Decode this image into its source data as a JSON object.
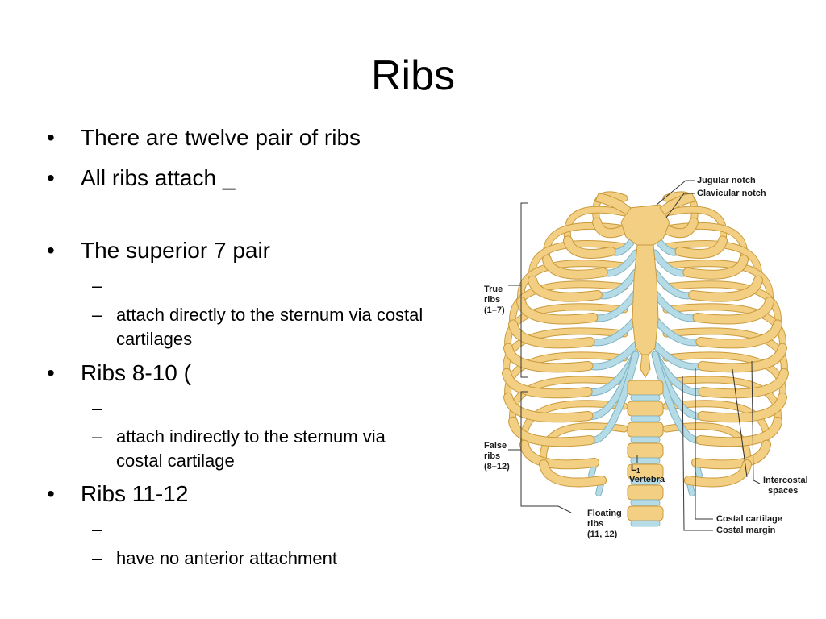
{
  "slide": {
    "title": "Ribs",
    "bullets": [
      {
        "mark": "•",
        "text": "There are twelve pair of ribs"
      },
      {
        "mark": "•",
        "text": "All ribs attach _"
      },
      {
        "mark": "•",
        "text": "The superior 7 pair"
      },
      {
        "mark": "–",
        "text": ""
      },
      {
        "mark": "–",
        "text": "attach directly to the sternum via costal"
      },
      {
        "mark": "",
        "text": "cartilages"
      },
      {
        "mark": "•",
        "text": "Ribs 8-10 ("
      },
      {
        "mark": "–",
        "text": ""
      },
      {
        "mark": "–",
        "text": "attach indirectly to the sternum via"
      },
      {
        "mark": "",
        "text": "costal cartilage"
      },
      {
        "mark": "•",
        "text": "Ribs 11-12"
      },
      {
        "mark": "–",
        "text": ""
      },
      {
        "mark": "–",
        "text": " have no anterior attachment"
      }
    ]
  },
  "figure": {
    "labels": {
      "jugular_notch": "Jugular notch",
      "clavicular_notch": "Clavicular notch",
      "true_ribs": [
        "True",
        "ribs",
        "(1–7)"
      ],
      "false_ribs": [
        "False",
        "ribs",
        "(8–12)"
      ],
      "floating_ribs": [
        "Floating",
        "ribs",
        "(11, 12)"
      ],
      "vertebra": [
        "L",
        "1",
        "Vertebra"
      ],
      "intercostal_spaces": [
        "Intercostal",
        "spaces"
      ],
      "costal_cartilage": "Costal cartilage",
      "costal_margin": "Costal margin"
    },
    "colors": {
      "bone": "#f3cf84",
      "bone_outline": "#c99a3c",
      "cartilage": "#b5dce6",
      "cartilage_outline": "#7fb3c2",
      "leader_line": "#333333"
    }
  }
}
